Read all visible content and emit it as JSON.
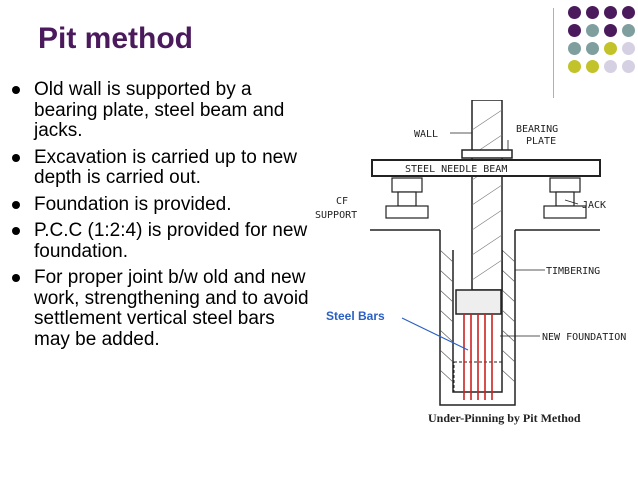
{
  "slide": {
    "title": "Pit method",
    "bullets": [
      "Old wall is supported by a bearing plate, steel beam and jacks.",
      "Excavation is carried up to new depth is carried out.",
      "Foundation is provided.",
      "P.C.C (1:2:4) is provided for new foundation.",
      "For proper joint b/w old and new work, strengthening and to avoid settlement vertical steel bars may be added."
    ]
  },
  "diagram": {
    "labels": {
      "wall": "WALL",
      "bearing": "BEARING",
      "plate": "PLATE",
      "beam": "STEEL NEEDLE BEAM",
      "jack": "JACK",
      "cf": "CF",
      "support": "SUPPORT",
      "timbering": "TIMBERING",
      "new_foundation": "NEW FOUNDATION",
      "steel_bars": "Steel Bars"
    },
    "caption": "Under-Pinning by Pit Method"
  },
  "colors": {
    "title": "#4b1a5c",
    "purple": "#4b1a5c",
    "teal": "#7f9f9f",
    "olive": "#c2c22a",
    "lavender": "#d6d0e3",
    "steel_bars": "#cc2222",
    "steel_label": "#2a5fc4"
  }
}
